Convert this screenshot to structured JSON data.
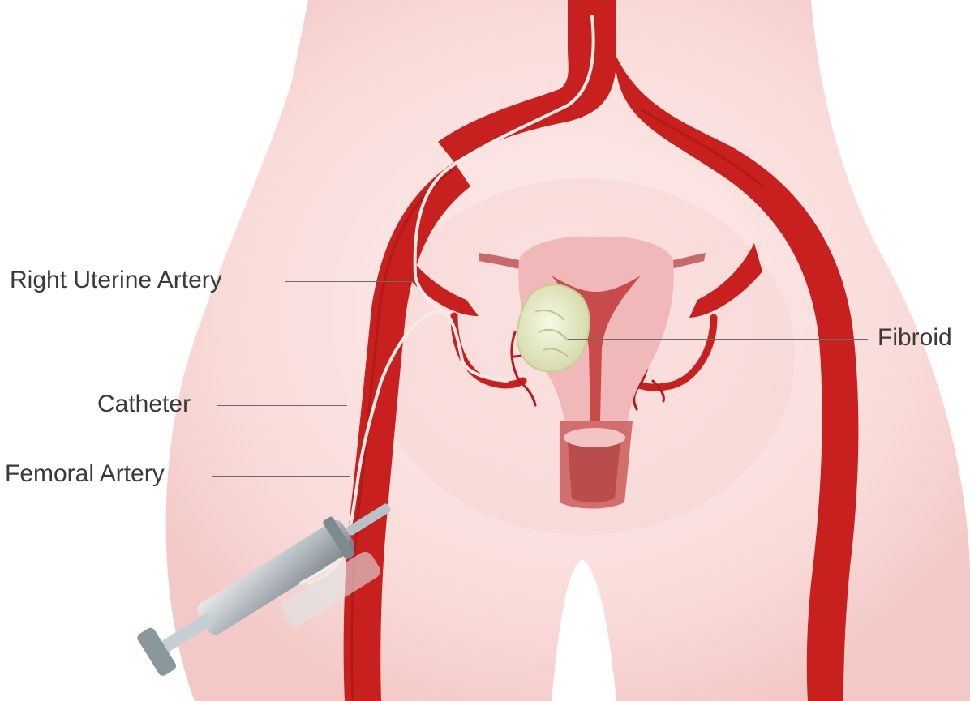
{
  "labels": {
    "right_uterine_artery": "Right Uterine Artery",
    "fibroid": "Fibroid",
    "catheter": "Catheter",
    "femoral_artery": "Femoral Artery"
  },
  "colors": {
    "skin": "#fbe3e1",
    "artery": "#c81f1f",
    "artery_dark": "#9c1414",
    "catheter": "#f3ece6",
    "uterus": "#f0b8b8",
    "fibroid": "#e9ecc8",
    "label_text": "#3a3a3a"
  }
}
